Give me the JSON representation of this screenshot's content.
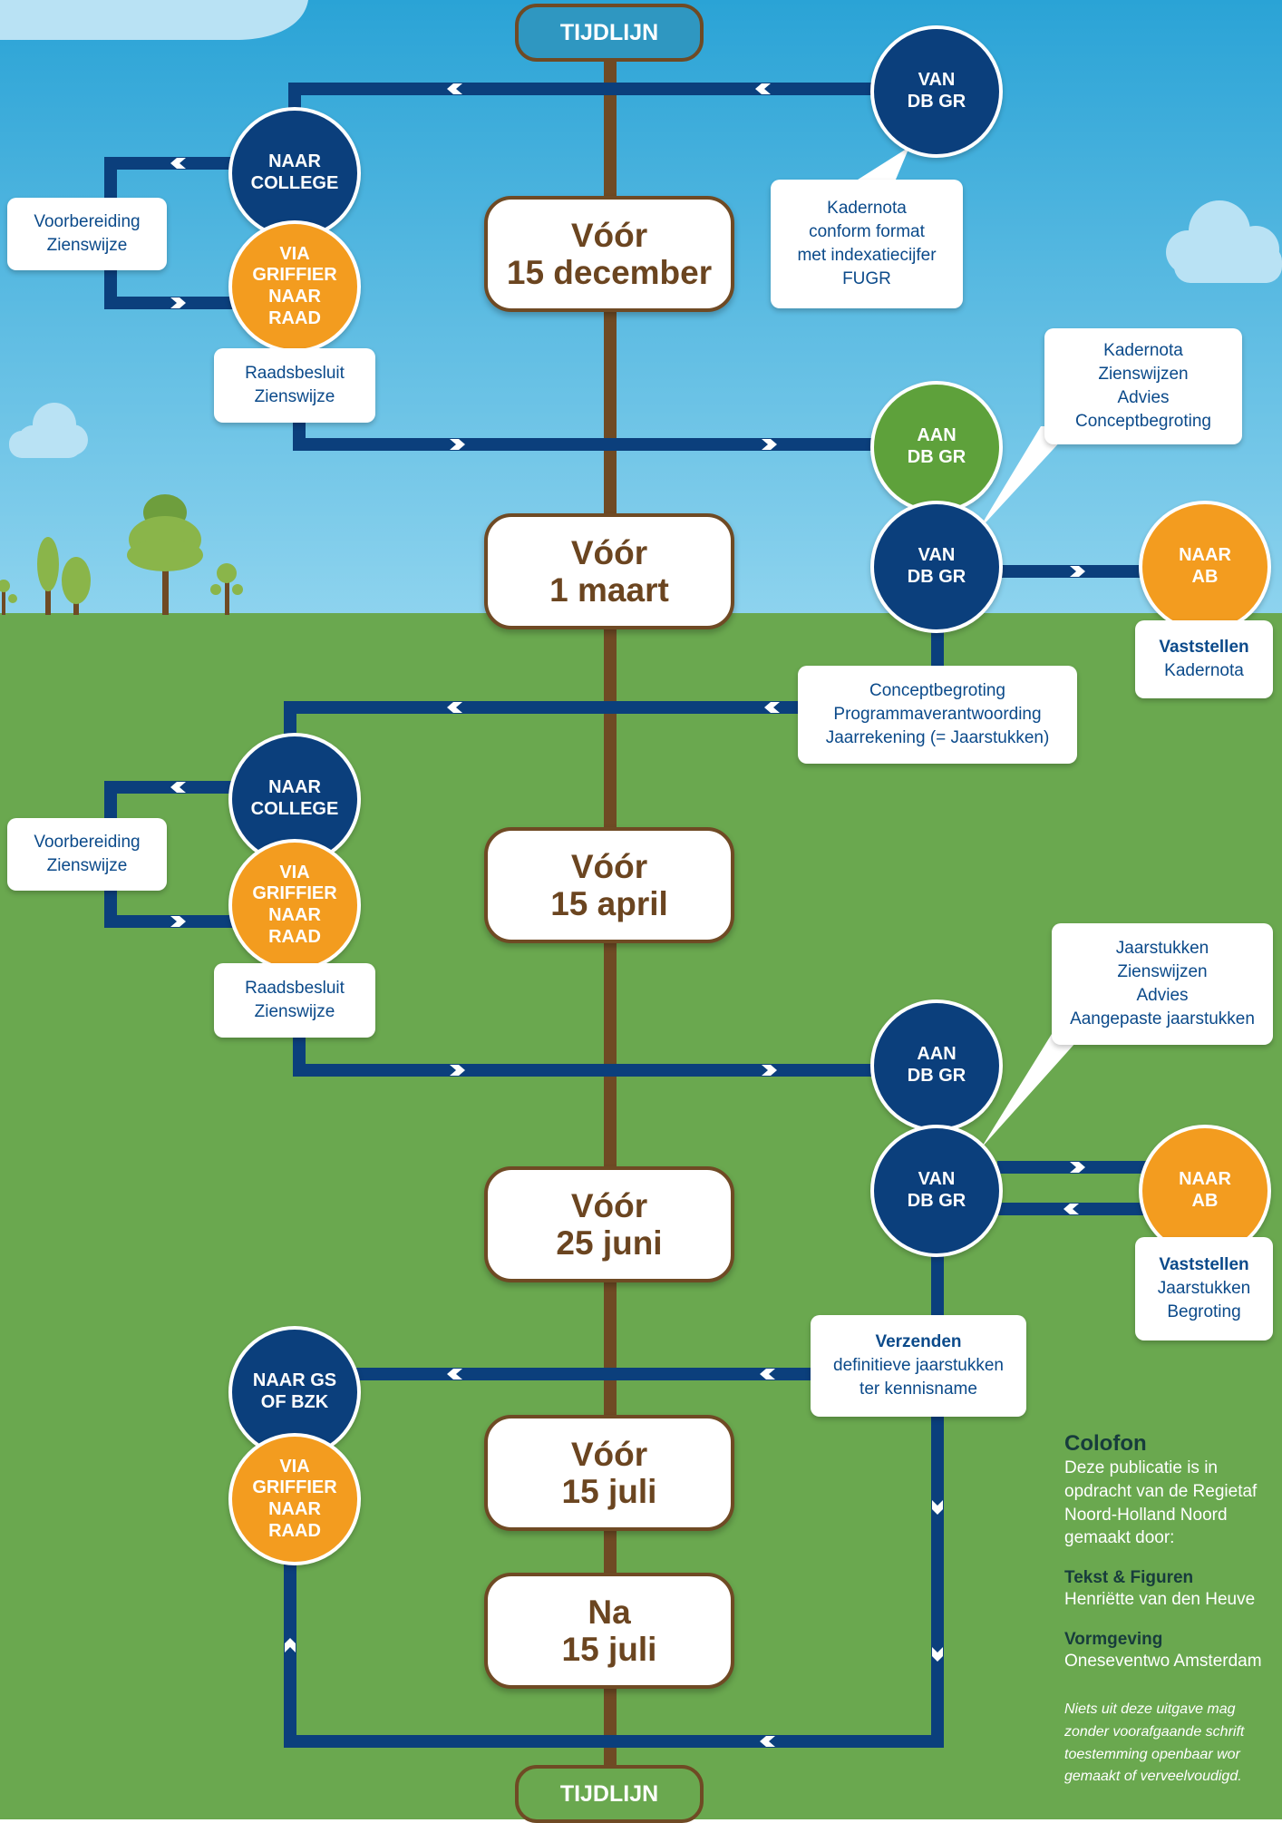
{
  "header": {
    "title_top": "TIJDLIJN",
    "title_bottom": "TIJDLIJN"
  },
  "colors": {
    "sky_top": "#2aa3d6",
    "sky_bottom": "#8dd3ee",
    "grass": "#6aa84f",
    "navy": "#0b3f7c",
    "orange": "#f39c1f",
    "node_green": "#5ea13b",
    "trunk": "#6f4a24",
    "deadline_text": "#6b4520",
    "bubble_text": "#0b4a8a"
  },
  "deadlines": [
    {
      "line1": "Vóór",
      "line2": "15 december"
    },
    {
      "line1": "Vóór",
      "line2": "1 maart"
    },
    {
      "line1": "Vóór",
      "line2": "15 april"
    },
    {
      "line1": "Vóór",
      "line2": "25 juni"
    },
    {
      "line1": "Vóór",
      "line2": "15 juli"
    },
    {
      "line1": "Na",
      "line2": "15 juli"
    }
  ],
  "nodes": [
    {
      "line1": "VAN",
      "line2": "DB GR",
      "color": "navy",
      "icon": "circle-node"
    },
    {
      "line1": "NAAR",
      "line2": "COLLEGE",
      "color": "navy",
      "icon": "circle-node"
    },
    {
      "line1": "VIA",
      "line2": "GRIFFIER",
      "line3": "NAAR",
      "line4": "RAAD",
      "color": "orange",
      "icon": "circle-node"
    },
    {
      "line1": "AAN",
      "line2": "DB GR",
      "color": "green",
      "icon": "circle-node"
    },
    {
      "line1": "VAN",
      "line2": "DB GR",
      "color": "navy",
      "icon": "circle-node"
    },
    {
      "line1": "NAAR",
      "line2": "AB",
      "color": "orange",
      "icon": "circle-node"
    },
    {
      "line1": "NAAR",
      "line2": "COLLEGE",
      "color": "navy",
      "icon": "circle-node"
    },
    {
      "line1": "VIA",
      "line2": "GRIFFIER",
      "line3": "NAAR",
      "line4": "RAAD",
      "color": "orange",
      "icon": "circle-node"
    },
    {
      "line1": "AAN",
      "line2": "DB GR",
      "color": "navy",
      "icon": "circle-node"
    },
    {
      "line1": "VAN",
      "line2": "DB GR",
      "color": "navy",
      "icon": "circle-node"
    },
    {
      "line1": "NAAR",
      "line2": "AB",
      "color": "orange",
      "icon": "circle-node"
    },
    {
      "line1": "NAAR GS",
      "line2": "OF BZK",
      "color": "navy",
      "icon": "circle-node"
    },
    {
      "line1": "VIA",
      "line2": "GRIFFIER",
      "line3": "NAAR",
      "line4": "RAAD",
      "color": "orange",
      "icon": "circle-node"
    }
  ],
  "bubbles": {
    "voorbereiding_1": {
      "l1": "Voorbereiding",
      "l2": "Zienswijze"
    },
    "kadernota_format": {
      "l1": "Kadernota",
      "l2": "conform format",
      "l3": "met indexatiecijfer",
      "l4": "FUGR"
    },
    "raadsbesluit_1": {
      "l1": "Raadsbesluit",
      "l2": "Zienswijze"
    },
    "kadernota_advies": {
      "l1": "Kadernota",
      "l2": "Zienswijzen",
      "l3": "Advies",
      "l4": "Conceptbegroting"
    },
    "vaststellen_kadernota": {
      "l1": "Vaststellen",
      "l2": "Kadernota"
    },
    "conceptbegroting": {
      "l1": "Conceptbegroting",
      "l2": "Programmaverantwoording",
      "l3": "Jaarrekening (= Jaarstukken)"
    },
    "voorbereiding_2": {
      "l1": "Voorbereiding",
      "l2": "Zienswijze"
    },
    "raadsbesluit_2": {
      "l1": "Raadsbesluit",
      "l2": "Zienswijze"
    },
    "jaarstukken_advies": {
      "l1": "Jaarstukken",
      "l2": "Zienswijzen",
      "l3": "Advies",
      "l4": "Aangepaste jaarstukken"
    },
    "vaststellen_jaarstukken": {
      "l1": "Vaststellen",
      "l2": "Jaarstukken",
      "l3": "Begroting"
    },
    "verzenden": {
      "l1": "Verzenden",
      "l2": "definitieve jaarstukken",
      "l3": "ter kennisname"
    }
  },
  "colofon": {
    "title": "Colofon",
    "intro1": "Deze publicatie is in",
    "intro2": "opdracht van de Regietaf",
    "intro3": "Noord-Holland Noord",
    "intro4": "gemaakt door:",
    "h1": "Tekst & Figuren",
    "v1": "Henriëtte van den Heuve",
    "h2": "Vormgeving",
    "v2": "Oneseventwo Amsterdam",
    "d1": "Niets uit deze uitgave mag",
    "d2": "zonder voorafgaande schrift",
    "d3": "toestemming openbaar wor",
    "d4": "gemaakt of verveelvoudigd."
  }
}
